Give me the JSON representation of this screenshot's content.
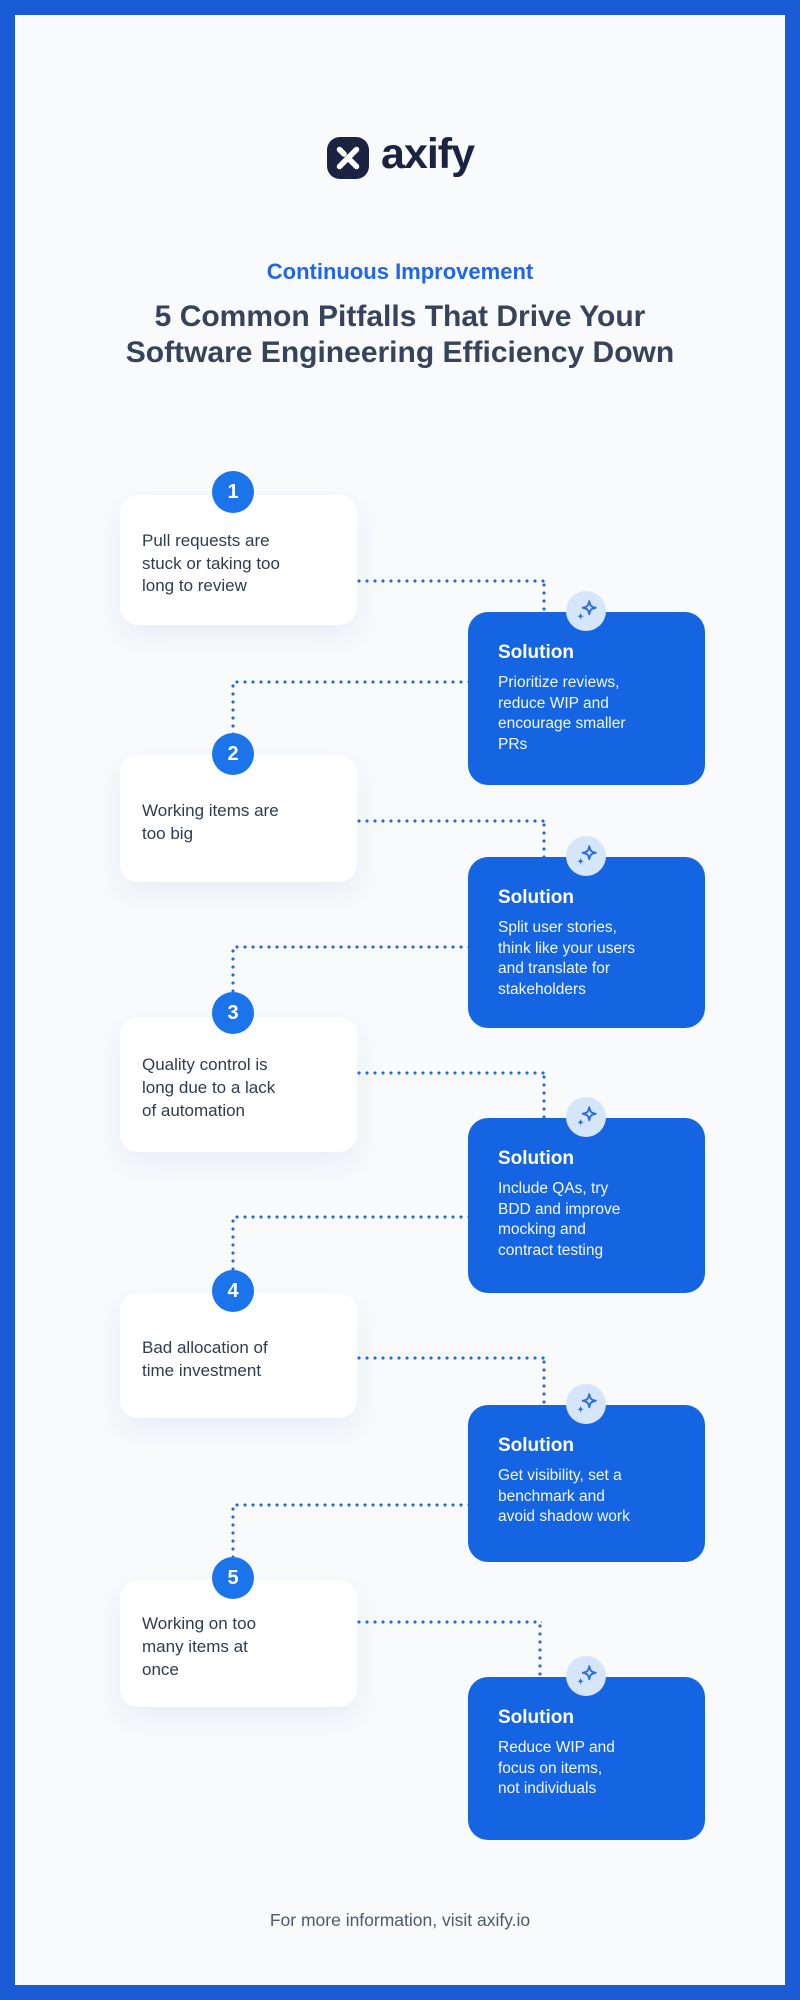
{
  "page": {
    "brand": "axify",
    "eyebrow": "Continuous Improvement",
    "title_line1": "5 Common Pitfalls That Drive Your",
    "title_line2": "Software Engineering Efficiency Down",
    "solution_label": "Solution",
    "footer": "For more information, visit axify.io"
  },
  "colors": {
    "frame": "#1a5cd6",
    "background": "#f8fafc",
    "accent_blue": "#1565e2",
    "circle_blue": "#1b74ea",
    "eyebrow_blue": "#2166e8",
    "title_slate": "#36435a",
    "badge_bg": "#d6e6fa",
    "logo_navy": "#1b2342"
  },
  "icons": {
    "logo_mark": "axify-x-mark",
    "solution_badge": "sparkles-icon"
  },
  "pitfalls": [
    {
      "number": "1",
      "problem": "Pull requests are\nstuck or taking too\nlong to review",
      "solution_text": "Prioritize reviews,\nreduce WIP and\nencourage smaller\nPRs"
    },
    {
      "number": "2",
      "problem": "Working items are\ntoo big",
      "solution_text": "Split user stories,\nthink like your users\nand translate for\nstakeholders"
    },
    {
      "number": "3",
      "problem": "Quality control is\nlong due to a lack\nof automation",
      "solution_text": "Include QAs, try\nBDD and improve\nmocking and\ncontract testing"
    },
    {
      "number": "4",
      "problem": "Bad allocation of\ntime investment",
      "solution_text": "Get visibility, set a\nbenchmark and\navoid shadow work"
    },
    {
      "number": "5",
      "problem": "Working on too\nmany items at\nonce",
      "solution_text": "Reduce WIP and\nfocus on items,\nnot individuals"
    }
  ]
}
